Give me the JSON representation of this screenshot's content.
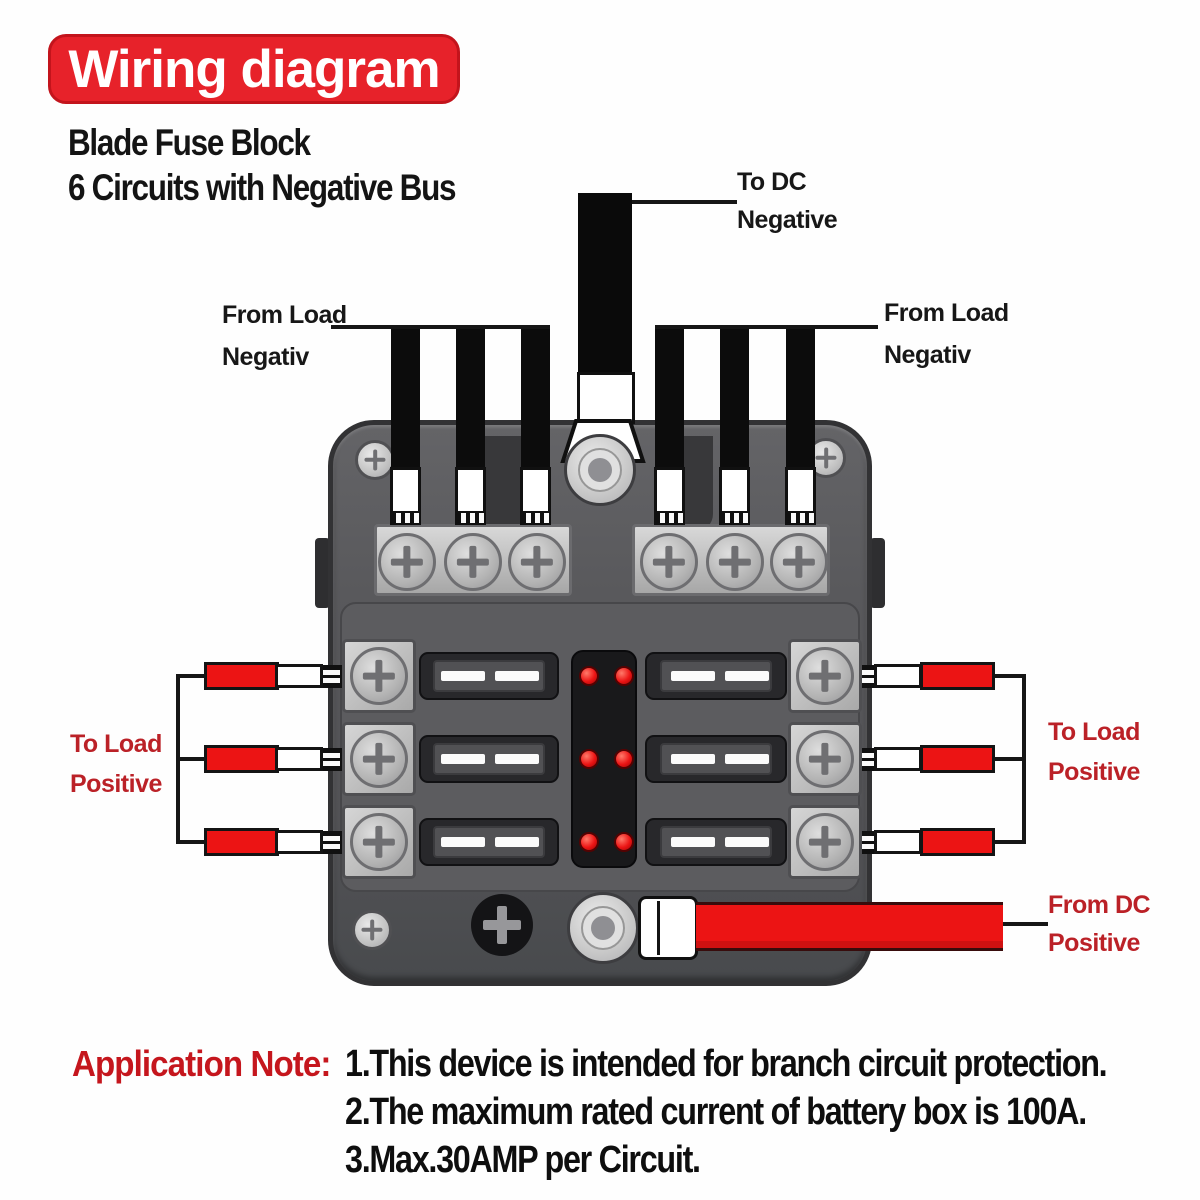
{
  "banner": {
    "title": "Wiring diagram"
  },
  "subtitle": {
    "line1": "Blade Fuse Block",
    "line2": "6 Circuits with Negative Bus"
  },
  "labels": {
    "dc_negative": {
      "line1": "To DC",
      "line2": "Negative"
    },
    "load_negative_left": {
      "line1": "From Load",
      "line2": "Negativ"
    },
    "load_negative_right": {
      "line1": "From Load",
      "line2": "Negativ"
    },
    "load_positive_left": {
      "line1": "To Load",
      "line2": "Positive"
    },
    "load_positive_right": {
      "line1": "To Load",
      "line2": "Positive"
    },
    "dc_positive": {
      "line1": "From DC",
      "line2": "Positive"
    }
  },
  "application_note": {
    "heading": "Application Note:",
    "items": [
      "1.This device is intended for branch circuit protection.",
      "2.The maximum rated current of battery box is 100A.",
      "3.Max.30AMP per Circuit."
    ]
  },
  "device": {
    "fuse_positions": 6,
    "fuse_rows": 3,
    "status_leds": 6,
    "terminal_screws_per_bus": 3
  },
  "colors": {
    "banner_red": "#e7222a",
    "wire_red": "#ec1414",
    "label_red": "#bb2127",
    "note_red": "#c5161d",
    "block_gray": "#565659",
    "led_red": "#ec1515",
    "wire_black": "#0c0c0c"
  }
}
